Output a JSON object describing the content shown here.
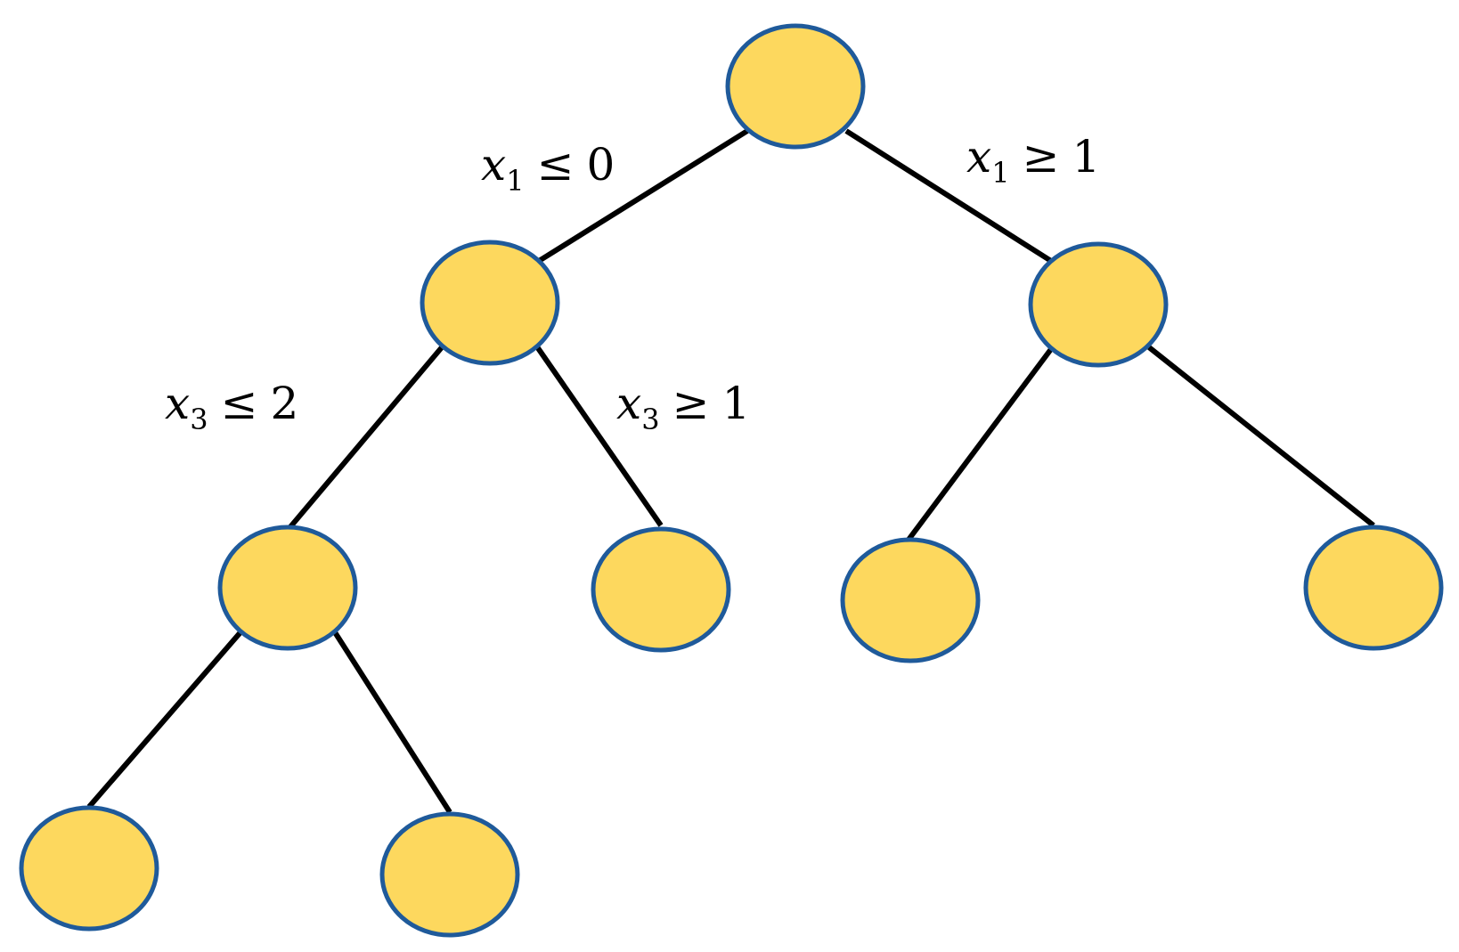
{
  "diagram": {
    "type": "binary-tree",
    "colors": {
      "node_fill": "#FDD85E",
      "node_stroke": "#1F5A9A",
      "edge": "#000000",
      "background": "#FFFFFF"
    },
    "nodes": [
      {
        "id": "root"
      },
      {
        "id": "L"
      },
      {
        "id": "R"
      },
      {
        "id": "LL"
      },
      {
        "id": "LR"
      },
      {
        "id": "RL"
      },
      {
        "id": "RR"
      },
      {
        "id": "LLL"
      },
      {
        "id": "LLR"
      }
    ],
    "edges": [
      {
        "from": "root",
        "to": "L",
        "label": {
          "var": "x",
          "sub": "1",
          "rel": "≤",
          "val": "0"
        }
      },
      {
        "from": "root",
        "to": "R",
        "label": {
          "var": "x",
          "sub": "1",
          "rel": "≥",
          "val": "1"
        }
      },
      {
        "from": "L",
        "to": "LL",
        "label": {
          "var": "x",
          "sub": "3",
          "rel": "≤",
          "val": "2"
        }
      },
      {
        "from": "L",
        "to": "LR",
        "label": {
          "var": "x",
          "sub": "3",
          "rel": "≥",
          "val": "1"
        }
      },
      {
        "from": "R",
        "to": "RL",
        "label": null
      },
      {
        "from": "R",
        "to": "RR",
        "label": null
      },
      {
        "from": "LL",
        "to": "LLL",
        "label": null
      },
      {
        "from": "LL",
        "to": "LLR",
        "label": null
      }
    ]
  }
}
